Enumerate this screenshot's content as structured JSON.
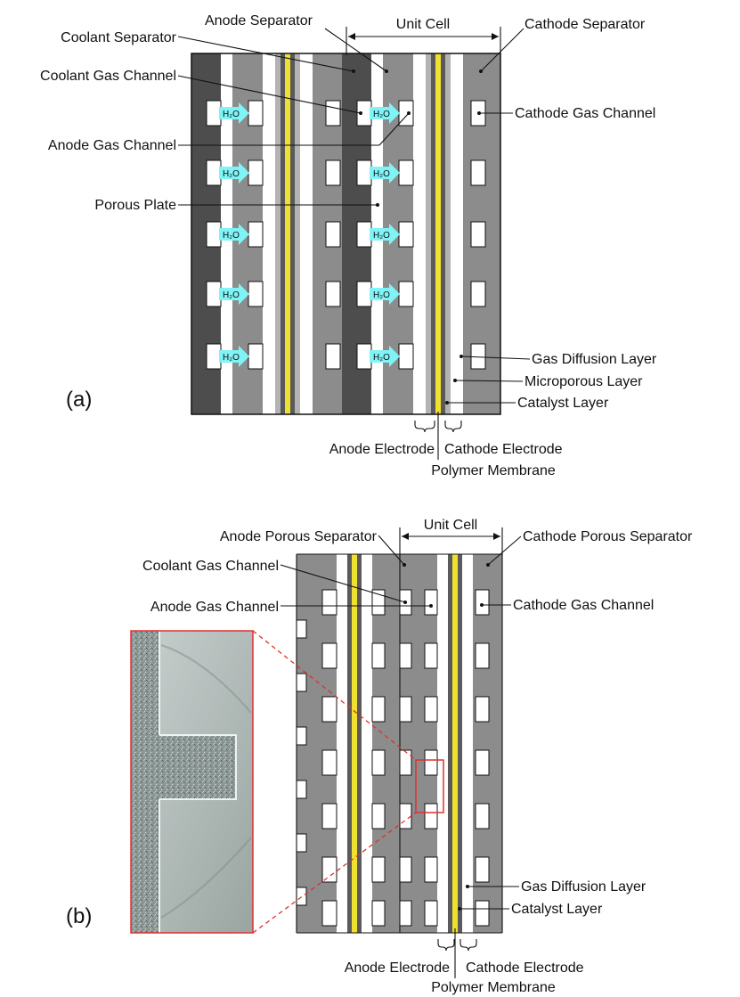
{
  "panel_a": {
    "panel_label": "(a)",
    "labels": {
      "coolant_separator": "Coolant Separator",
      "anode_separator": "Anode Separator",
      "unit_cell": "Unit Cell",
      "cathode_separator": "Cathode Separator",
      "coolant_gas_channel": "Coolant Gas Channel",
      "cathode_gas_channel": "Cathode Gas Channel",
      "anode_gas_channel": "Anode Gas Channel",
      "porous_plate": "Porous Plate",
      "gas_diffusion_layer": "Gas Diffusion Layer",
      "microporous_layer": "Microporous Layer",
      "catalyst_layer": "Catalyst Layer",
      "anode_electrode": "Anode Electrode",
      "cathode_electrode": "Cathode Electrode",
      "polymer_membrane": "Polymer Membrane"
    },
    "water_label": "H₂O"
  },
  "panel_b": {
    "panel_label": "(b)",
    "labels": {
      "unit_cell": "Unit Cell",
      "anode_porous_separator": "Anode Porous Separator",
      "cathode_porous_separator": "Cathode Porous Separator",
      "coolant_gas_channel": "Coolant Gas Channel",
      "anode_gas_channel": "Anode Gas Channel",
      "cathode_gas_channel": "Cathode Gas Channel",
      "gas_diffusion_layer": "Gas Diffusion Layer",
      "catalyst_layer": "Catalyst Layer",
      "anode_electrode": "Anode Electrode",
      "cathode_electrode": "Cathode Electrode",
      "polymer_membrane": "Polymer Membrane"
    }
  },
  "colors": {
    "dark_separator": "#4d4d4d",
    "separator": "#8c8c8c",
    "light_layer": "#b3b3b3",
    "catalyst_dark": "#5a5a5a",
    "membrane": "#f0e030",
    "water_arrow": "#7ff3f5",
    "zoom_box": "#e03030",
    "micrograph": "#8e9a97"
  }
}
